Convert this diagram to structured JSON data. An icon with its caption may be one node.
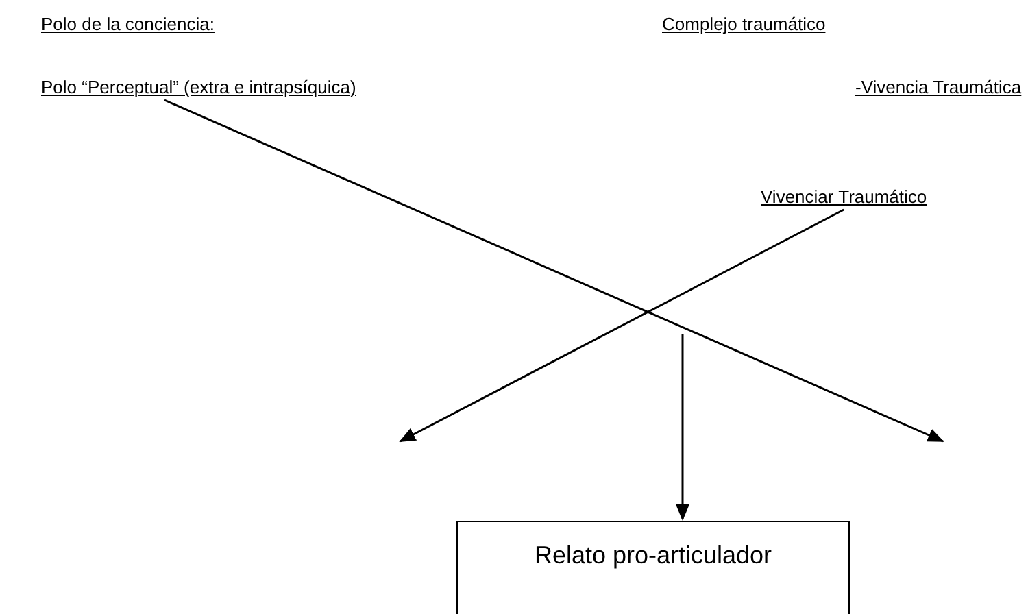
{
  "diagram": {
    "nodes": [
      {
        "text": [
          "Polo “Perceptual” (extra e intrapsíquica)"
        ]
      },
      {
        "text": [
          "Vivenciar Traumático"
        ]
      },
      {
        "text": [
          "Relato pro-articulador"
        ]
      }
    ],
    "edges": [
      {
        "from": 0,
        "to": null,
        "arrow": "to"
      },
      {
        "from": 1,
        "to": null,
        "arrow": "to"
      },
      {
        "from": null,
        "to": 2,
        "arrow": "to"
      }
    ],
    "labels": [
      "Polo de la conciencia:",
      "Complejo traumático",
      "-Vivencia Traumática"
    ]
  }
}
